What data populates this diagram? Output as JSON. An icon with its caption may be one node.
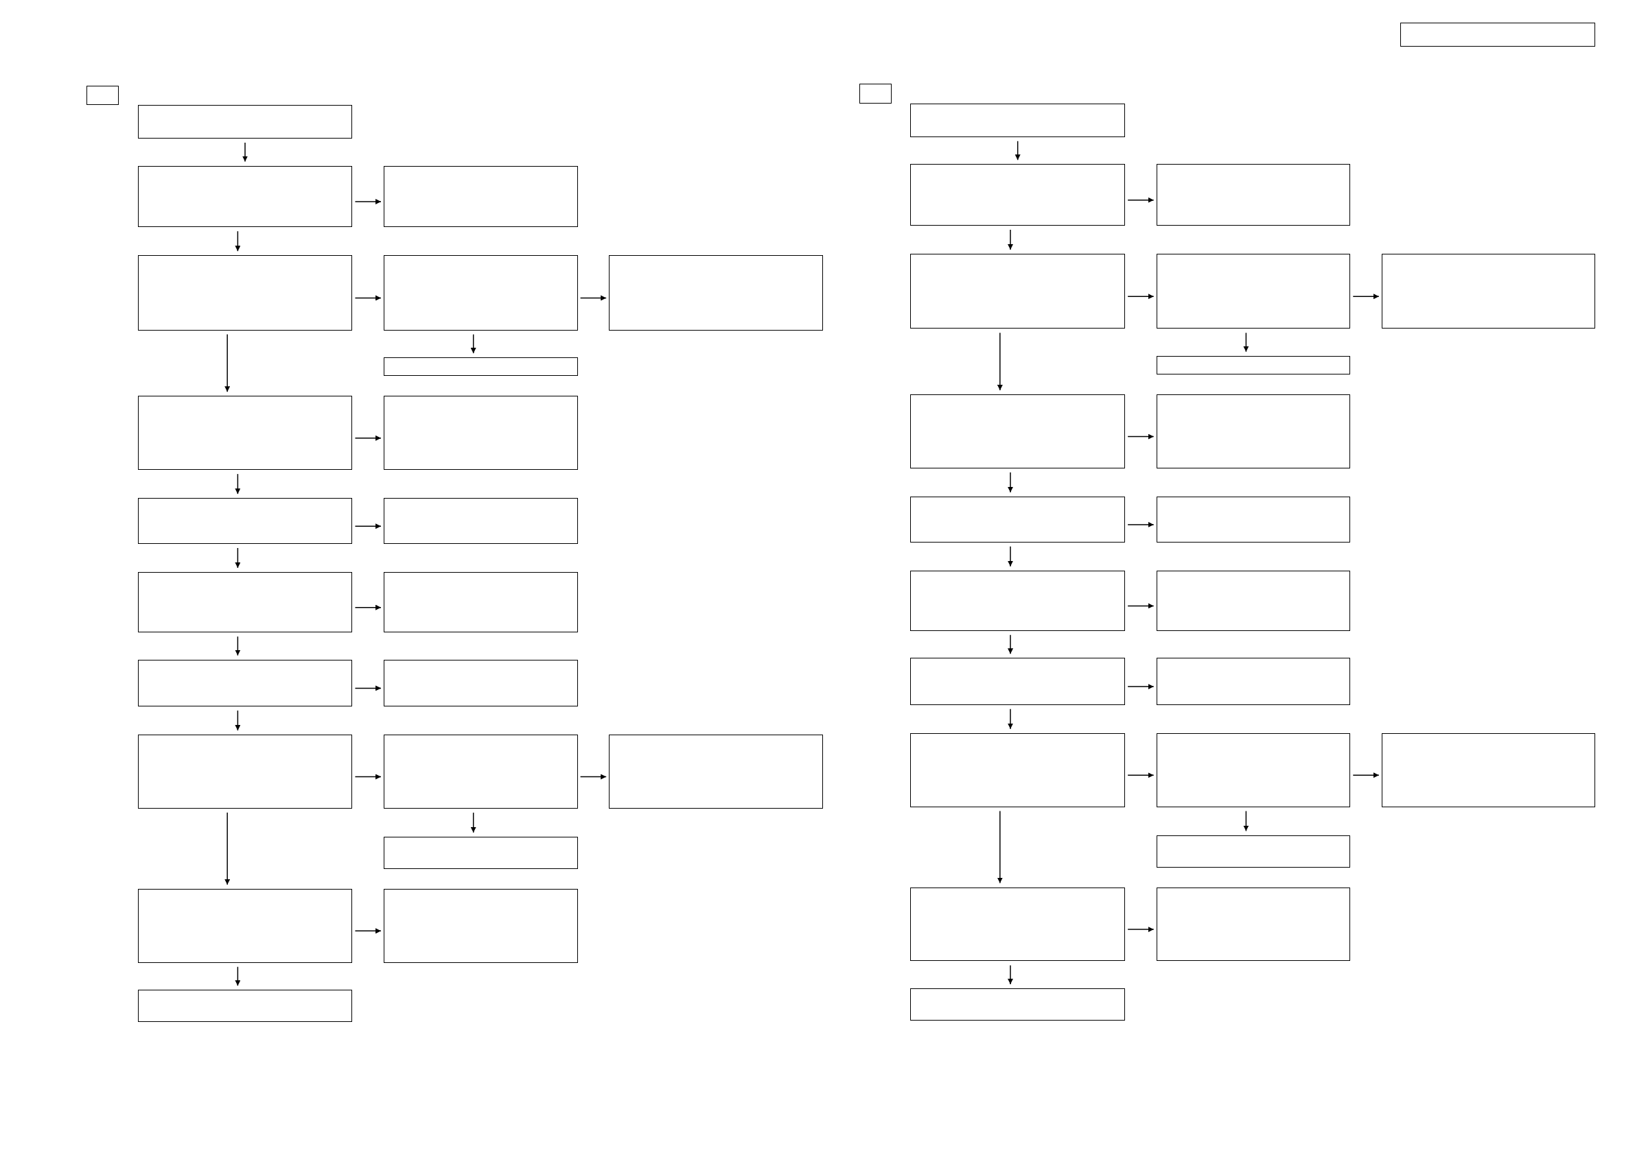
{
  "diagram": {
    "nodes": [
      {
        "text": [],
        "shape": "box"
      },
      {
        "text": [],
        "shape": "box"
      },
      {
        "text": [],
        "shape": "box"
      },
      {
        "text": [],
        "shape": "box"
      },
      {
        "text": [],
        "shape": "box"
      },
      {
        "text": [],
        "shape": "box"
      },
      {
        "text": [],
        "shape": "box"
      },
      {
        "text": [],
        "shape": "box"
      },
      {
        "text": [],
        "shape": "box"
      },
      {
        "text": [],
        "shape": "box"
      },
      {
        "text": [],
        "shape": "box"
      },
      {
        "text": [],
        "shape": "box"
      },
      {
        "text": [],
        "shape": "box"
      },
      {
        "text": [],
        "shape": "box"
      },
      {
        "text": [],
        "shape": "box"
      },
      {
        "text": [],
        "shape": "box"
      },
      {
        "text": [],
        "shape": "box"
      },
      {
        "text": [],
        "shape": "box"
      },
      {
        "text": [],
        "shape": "box"
      },
      {
        "text": [],
        "shape": "box"
      },
      {
        "text": [],
        "shape": "box"
      },
      {
        "text": [],
        "shape": "box"
      },
      {
        "text": [],
        "shape": "box"
      },
      {
        "text": [],
        "shape": "box"
      },
      {
        "text": [],
        "shape": "box"
      },
      {
        "text": [],
        "shape": "box"
      },
      {
        "text": [],
        "shape": "box"
      },
      {
        "text": [],
        "shape": "box"
      },
      {
        "text": [],
        "shape": "box"
      },
      {
        "text": [],
        "shape": "box"
      },
      {
        "text": [],
        "shape": "box"
      },
      {
        "text": [],
        "shape": "box"
      },
      {
        "text": [],
        "shape": "box"
      },
      {
        "text": [],
        "shape": "box"
      },
      {
        "text": [],
        "shape": "box"
      },
      {
        "text": [],
        "shape": "box"
      },
      {
        "text": [],
        "shape": "box"
      },
      {
        "text": [],
        "shape": "box"
      },
      {
        "text": [],
        "shape": "box"
      },
      {
        "text": [],
        "shape": "box"
      },
      {
        "text": [],
        "shape": "box"
      },
      {
        "text": [],
        "shape": "box"
      },
      {
        "text": [],
        "shape": "box"
      },
      {
        "text": [],
        "shape": "box"
      },
      {
        "text": [],
        "shape": "box"
      },
      {
        "text": [],
        "shape": "box"
      },
      {
        "text": [],
        "shape": "box"
      }
    ],
    "edges": [
      {
        "from": 2,
        "to": 3,
        "arrow": "to"
      },
      {
        "from": 3,
        "to": 4,
        "arrow": "to"
      },
      {
        "from": 3,
        "to": 5,
        "arrow": "to"
      },
      {
        "from": 5,
        "to": 6,
        "arrow": "to"
      },
      {
        "from": 6,
        "to": 7,
        "arrow": "to"
      },
      {
        "from": 6,
        "to": 8,
        "arrow": "to"
      },
      {
        "from": 5,
        "to": 9,
        "arrow": "to"
      },
      {
        "from": 9,
        "to": 10,
        "arrow": "to"
      },
      {
        "from": 9,
        "to": 11,
        "arrow": "to"
      },
      {
        "from": 11,
        "to": 12,
        "arrow": "to"
      },
      {
        "from": 11,
        "to": 13,
        "arrow": "to"
      },
      {
        "from": 13,
        "to": 14,
        "arrow": "to"
      },
      {
        "from": 13,
        "to": 15,
        "arrow": "to"
      },
      {
        "from": 15,
        "to": 16,
        "arrow": "to"
      },
      {
        "from": 15,
        "to": 17,
        "arrow": "to"
      },
      {
        "from": 17,
        "to": 18,
        "arrow": "to"
      },
      {
        "from": 18,
        "to": 19,
        "arrow": "to"
      },
      {
        "from": 18,
        "to": 20,
        "arrow": "to"
      },
      {
        "from": 17,
        "to": 21,
        "arrow": "to"
      },
      {
        "from": 21,
        "to": 22,
        "arrow": "to"
      },
      {
        "from": 21,
        "to": 23,
        "arrow": "to"
      },
      {
        "from": 25,
        "to": 26,
        "arrow": "to"
      },
      {
        "from": 26,
        "to": 27,
        "arrow": "to"
      },
      {
        "from": 26,
        "to": 28,
        "arrow": "to"
      },
      {
        "from": 28,
        "to": 29,
        "arrow": "to"
      },
      {
        "from": 29,
        "to": 30,
        "arrow": "to"
      },
      {
        "from": 29,
        "to": 31,
        "arrow": "to"
      },
      {
        "from": 28,
        "to": 32,
        "arrow": "to"
      },
      {
        "from": 32,
        "to": 33,
        "arrow": "to"
      },
      {
        "from": 32,
        "to": 34,
        "arrow": "to"
      },
      {
        "from": 34,
        "to": 35,
        "arrow": "to"
      },
      {
        "from": 34,
        "to": 36,
        "arrow": "to"
      },
      {
        "from": 36,
        "to": 37,
        "arrow": "to"
      },
      {
        "from": 36,
        "to": 38,
        "arrow": "to"
      },
      {
        "from": 38,
        "to": 39,
        "arrow": "to"
      },
      {
        "from": 38,
        "to": 40,
        "arrow": "to"
      },
      {
        "from": 40,
        "to": 41,
        "arrow": "to"
      },
      {
        "from": 41,
        "to": 42,
        "arrow": "to"
      },
      {
        "from": 41,
        "to": 43,
        "arrow": "to"
      },
      {
        "from": 40,
        "to": 44,
        "arrow": "to"
      },
      {
        "from": 44,
        "to": 45,
        "arrow": "to"
      },
      {
        "from": 44,
        "to": 46,
        "arrow": "to"
      }
    ]
  }
}
